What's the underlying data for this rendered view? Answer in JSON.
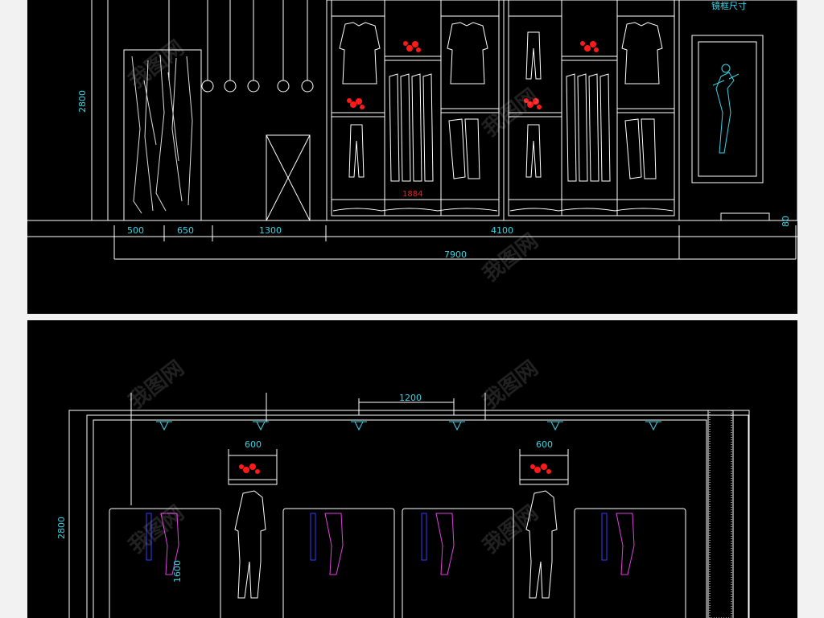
{
  "top_elevation": {
    "height_dim": "2800",
    "widths": [
      "500",
      "650",
      "1300",
      "4100"
    ],
    "total_width": "7900",
    "cabinet_inner_dim": "1884",
    "mirror_label": "镜框尺寸",
    "base_dim": "80"
  },
  "bottom_elevation": {
    "spacing_dim": "1200",
    "shelf_dims": [
      "600",
      "600"
    ],
    "height_dim": "2800",
    "rack_height_dim": "1600"
  },
  "watermark": "我图网",
  "colors": {
    "background": "#000000",
    "line": "#ffffff",
    "dimension": "#37d5e6",
    "flower": "#ff1a1a",
    "rack_blue": "#3a3aff",
    "rack_magenta": "#e040e0"
  }
}
